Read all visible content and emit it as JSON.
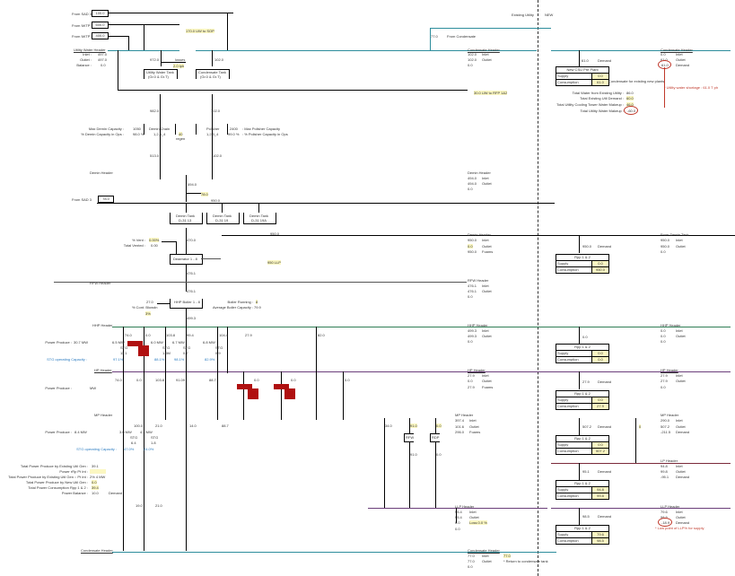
{
  "top": {
    "existing_utility_label": "Existing Utility",
    "new_label": "NEW",
    "from_sad3_label": "From SAD 3",
    "from_sad3_value": "100.0",
    "from_iwtp1_label": "From IWTP 1",
    "from_iwtp1_value": "600.0",
    "from_iwtp2_label": "From IWTP 2",
    "from_iwtp2_value": "400.0",
    "to_sop_note": "170.0 UW to SOP",
    "to_rfp_note": "30.0 UW to RFP 1&2",
    "from_condensate_value": "77.0",
    "from_condensate_label": "From Condensate"
  },
  "utility_water_header": {
    "title": "Utility Water Header",
    "inlet_label": "Inlet :",
    "inlet_value": "497.0",
    "outlet_label": "Outlet :",
    "outlet_value": "497.0",
    "balance_label": "Balance :",
    "balance_value": "0.0"
  },
  "tanks": {
    "utility_tank_flow": "972.0",
    "losses_label": "losses",
    "losses_value": "2.0 tph",
    "utility_tank_name": "Utility Water Tank",
    "utility_tank_id": "(Gr.0 & Gr.T)",
    "condensate_tank_flow": "102.0",
    "condensate_tank_name": "Condensate Tank",
    "condensate_tank_id": "(Gr.0 & Gr.T)"
  },
  "condensate_header_top": {
    "title": "Condensate Header",
    "inlet_value": "102.0",
    "inlet_label": "Inlet",
    "outlet_value": "102.0",
    "outlet_label": "Outlet",
    "balance_value": "0.0"
  },
  "right_top": {
    "header_title": "Condensate Header",
    "inlet_value": "0.0",
    "inlet_label": "Inlet",
    "outlet_value": "61.0",
    "outlet_label": "Outlet",
    "demand_value": "61.0",
    "demand_label": "Demand",
    "flow_value": "61.0",
    "flow_label": "Demand",
    "table_title": "New CSU Pre Plant",
    "supply_label": "Supply",
    "supply_value": "0.0",
    "consumption_label": "Consumption",
    "consumption_value": "61.0",
    "table_note": "Condensate for existing new plants",
    "shortage_note": "* Utility water shortage : 61.0 T ph",
    "summary": [
      {
        "label": "Total Water from Existing Utility :",
        "value": "86.0"
      },
      {
        "label": "Total Existing Util Demand :",
        "value": "60.0"
      },
      {
        "label": "Total Utility Cooling Tower Water Makeup :",
        "value": "46.0"
      },
      {
        "label": "Total Utility Water Makeup :",
        "value": "-60.0"
      }
    ]
  },
  "demin": {
    "flow_in": "982.0",
    "max_label": "Max Demin Capacity :",
    "max_value": "1050",
    "pct_label": "% Demin Capacity in Ops :",
    "pct_value": "98.0 %",
    "chain_name": "Demin Chain",
    "chain_id": "1,2,3_4",
    "regen_value": "40",
    "regen_label": "regen",
    "polisher_flow": "102.0",
    "polisher_name": "Polisher",
    "polisher_id": "1,2,3_4",
    "polisher_max_value": "2400",
    "polisher_max_label": ": Max Polisher Capacity",
    "polisher_pct_value": "99.0 %",
    "polisher_pct_label": ": % Polisher Capacity in Ops",
    "flow_out": "513.0",
    "polisher_out": "102.0"
  },
  "demin_header": {
    "left_label": "Demin Header",
    "title": "Demin Header",
    "inlet_value": "494.0",
    "inlet_label": "Inlet",
    "outlet_value": "494.0",
    "outlet_label": "Outlet",
    "balance_value": "0.0",
    "flow_down": "494.0",
    "flow_hl": "78.0",
    "from_sad3_label": "From SAD 3",
    "from_sad3_value": "78.0",
    "flow_tanks": "950.0"
  },
  "demin_tanks": [
    {
      "name": "Demin Tank",
      "id": "D-31 13"
    },
    {
      "name": "Demin Tank",
      "id": "D-31 19"
    },
    {
      "name": "Demin Tank",
      "id": "D-31 19A"
    }
  ],
  "demin_header2": {
    "title": "Demin Header",
    "inlet_value": "950.0",
    "inlet_label": "Inlet",
    "outlet_value": "0.0",
    "outlet_label": "Outlet",
    "extra_value": "950.0",
    "extra_label": "Foams",
    "flow_right": "950.0"
  },
  "right_demin": {
    "title": "From Demin Tank",
    "inlet_value": "950.0",
    "inlet_label": "Inlet",
    "outlet_value": "950.0",
    "outlet_label": "Outlet",
    "balance_value": "0.0",
    "flow_value": "950.0",
    "flow_label": "Demand",
    "table_title": "Rpp 1 & 2",
    "supply_label": "Supply",
    "supply_value": "0.0",
    "consumption_label": "Consumption",
    "consumption_value": "950.0"
  },
  "deaerator": {
    "vent_label": "% Vent :",
    "vent_value": "0.00%",
    "total_vented_label": "Total Vented :",
    "total_vented_value": "0.00",
    "flow_in": "470.0",
    "name": "Deaerator 1 - 8",
    "lp_note": "950 LLP",
    "flow_out": "476.1"
  },
  "rfw_header": {
    "left_label": "RFW Header",
    "title": "RFW Header",
    "inlet_value": "476.1",
    "inlet_label": "Inlet",
    "outlet_value": "476.1",
    "outlet_label": "Outlet",
    "balance_value": "0.0",
    "flow_down": "476.1"
  },
  "boiler": {
    "bd_flow": "27.0",
    "bd_label": "% Cont. Blowdn",
    "bd_value": "3%",
    "name": "HHP Boiler 1 - 8",
    "running_label": "Boiler Running :",
    "running_value": "8",
    "avg_label": "Average Boiler Capacity :",
    "avg_value": "79.9",
    "flow_out": "499.3"
  },
  "hhp_header": {
    "left_label": "HHP Header",
    "title": "HHP Header",
    "inlet_value": "499.3",
    "inlet_label": "Inlet",
    "outlet_value": "499.3",
    "outlet_label": "Outlet",
    "balance_value": "0.0",
    "flows": [
      "74.0",
      "0.0",
      "103.8",
      "99.4",
      "104.4",
      "27.9",
      "82.0"
    ],
    "power_label": "Power Produce :",
    "power_value": "30.7 MW",
    "stg": [
      {
        "mw": "6.5 MW",
        "id": "STG",
        "num": "11.1"
      },
      {
        "mw": "0.0 MW",
        "id": "",
        "num": ""
      },
      {
        "mw": "6.0 MW",
        "id": "STG",
        "num": "1.5M"
      },
      {
        "mw": "6.7 MW",
        "id": "STG",
        "num": "0.7"
      },
      {
        "mw": "6.8 MW",
        "id": "STG",
        "num": "0.9"
      }
    ],
    "stg_cap_label": "STG operating Capacity :",
    "stg_cap_values": [
      "97.1%",
      "88.1%",
      "98.1%",
      "82.9%"
    ]
  },
  "right_hhp": {
    "title": "HHP Header",
    "inlet_value": "0.0",
    "inlet_label": "Inlet",
    "outlet_value": "0.0",
    "outlet_label": "Outlet",
    "balance_value": "0.0",
    "flow_value": "0.0",
    "table_title": "Rpp 1 & 2",
    "supply_label": "Supply",
    "supply_value": "0.0",
    "consumption_label": "Consumption",
    "consumption_value": "0.0"
  },
  "hp_header": {
    "left_label": "HP Header",
    "title": "HP Header",
    "inlet_value": "27.9",
    "inlet_label": "Inlet",
    "outlet_value": "0.0",
    "outlet_label": "Outlet",
    "extra_value": "27.9",
    "extra_label": "Foams",
    "flows": [
      "74.0",
      "0.0",
      "103.8",
      "91.09",
      "88.7",
      "0.0",
      "0.0",
      "0.0"
    ],
    "power_label": "Power Produce :",
    "power_value": "MW"
  },
  "right_hp": {
    "title": "HP Header",
    "inlet_value": "27.9",
    "inlet_label": "Inlet",
    "outlet_value": "27.9",
    "outlet_label": "Outlet",
    "balance_value": "0.0",
    "flow_value": "27.9",
    "flow_label": "Demand",
    "table_title": "Rpp 1 & 2",
    "supply_label": "Supply",
    "supply_value": "0.0",
    "consumption_label": "Consumption",
    "consumption_value": "27.9"
  },
  "mp_header": {
    "left_label": "MP Header",
    "title": "MP Header",
    "inlet_value": "397.4",
    "inlet_label": "Inlet",
    "outlet_value": "101.6",
    "outlet_label": "Outlet",
    "extra_value": "296.0",
    "extra_label": "Foams",
    "flows": [
      "100.0",
      "21.0",
      "14.0",
      "88.7",
      "34.0",
      "91.0",
      "0.0"
    ],
    "power_label": "Power Produce :",
    "power_value": "8.4 MW",
    "stg": [
      {
        "mw": "3.0 MW",
        "id": "STG",
        "num": "6.4"
      },
      {
        "mw": "4.4 MW",
        "id": "STG",
        "num": "1.8"
      }
    ],
    "stg_cap_label": "STG operating Capacity :",
    "stg_cap_values": [
      "47.0%",
      "24.0%"
    ],
    "rfw_label": "RFW",
    "rdp_label": "RDP",
    "rfw_out": "91.0",
    "rdp_out": "0.0"
  },
  "right_mp": {
    "title": "MP Header",
    "inlet_value": "290.0",
    "inlet_label": "Inlet",
    "outlet_value": "507.2",
    "outlet_label": "Outlet",
    "demand_value": "-211.5",
    "demand_label": "Demand",
    "flow_value": "507.2",
    "flow_label": "Demand",
    "side_value": "0",
    "table_title": "Rpp 1 & 2",
    "supply_label": "Supply",
    "supply_value": "0.0",
    "consumption_label": "Consumption",
    "consumption_value": "507.2"
  },
  "right_lp": {
    "title": "LP Header",
    "inlet_value": "94.8",
    "inlet_label": "Inlet",
    "outlet_value": "99.8",
    "outlet_label": "Outlet",
    "demand_value": "-95.1",
    "demand_label": "Demand",
    "flow_value": "95.1",
    "flow_label": "Demand",
    "table_title": "Rpp 1 & 2",
    "supply_label": "Supply",
    "supply_value": "94.8",
    "consumption_label": "Consumption",
    "consumption_value": "99.8"
  },
  "right_llp": {
    "title": "LLP Header",
    "inlet_value": "79.6",
    "inlet_label": "Inlet",
    "outlet_value": "98.5",
    "outlet_label": "Outlet",
    "demand_value": "-18.9",
    "demand_label": "Demand",
    "flow_value": "98.5",
    "flow_label": "Demand",
    "note": "* Low point of LLP% for supply",
    "table_title": "Rpp 1 & 2",
    "supply_label": "Supply",
    "supply_value": "79.6",
    "consumption_label": "Consumption",
    "consumption_value": "98.5"
  },
  "llp_header": {
    "title": "LLP Header",
    "inlet_value": "95.4",
    "inlet_label": "Inlet",
    "outlet_value": "95.4",
    "outlet_label": "Outlet",
    "loss_value": "0.0",
    "loss_label": "Loss 0.0 %",
    "balance_value": "0.0"
  },
  "power_summary": [
    {
      "label": "Total Power Produce by Existing Util Gen :",
      "value": "39.1"
    },
    {
      "label": "Power rRp Pt Int :",
      "value": ""
    },
    {
      "label": "Total Power Produce by Existing Util Gen :: Pt Int :",
      "value": "2% 4 MW"
    },
    {
      "label": "Total Power Produce by New Util Gen :",
      "value": "0.0"
    },
    {
      "label": "Total Power Consumption Rpp 1 & 2 :",
      "value": "39.4"
    },
    {
      "label": "Power Balance :",
      "value": "10.0",
      "extra": "Demand"
    }
  ],
  "bottom": {
    "flows": [
      "19.0",
      "21.0"
    ],
    "condensate_left_label": "Condensate Header",
    "condensate_title": "Condensate Header",
    "inlet_value": "77.0",
    "inlet_label": "Inlet",
    "inlet_hl": "77.0",
    "outlet_value": "77.0",
    "outlet_label": "Outlet",
    "outlet_note": "* Return to condensate tank",
    "balance_value": "0.0"
  }
}
